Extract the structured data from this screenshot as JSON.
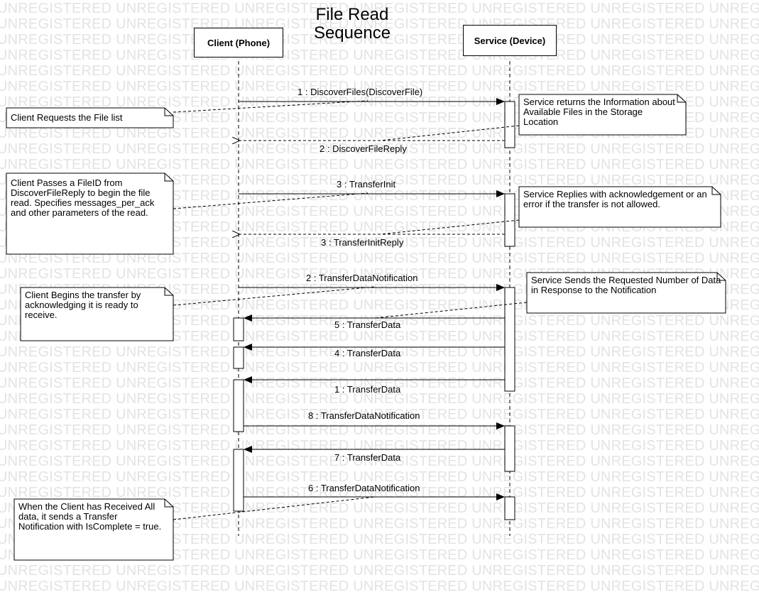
{
  "title_line1": "File Read",
  "title_line2": "Sequence",
  "watermark": "UNREGISTERED",
  "lifelines": {
    "client": "Client (Phone)",
    "service": "Service (Device)"
  },
  "messages": [
    {
      "label": "1 : DiscoverFiles(DiscoverFile)"
    },
    {
      "label": "2 : DiscoverFileReply"
    },
    {
      "label": "3 : TransferInit"
    },
    {
      "label": "3 : TransferInitReply"
    },
    {
      "label": "2 : TransferDataNotification"
    },
    {
      "label": "5 : TransferData"
    },
    {
      "label": "4 : TransferData"
    },
    {
      "label": "1 : TransferData"
    },
    {
      "label": "8 : TransferDataNotification"
    },
    {
      "label": "7 : TransferData"
    },
    {
      "label": "6 : TransferDataNotification"
    }
  ],
  "notes": {
    "n1": "Client Requests the File list",
    "n2": "Service returns the Information about Available Files in the Storage Location",
    "n3": "Client Passes a FileID from DiscoverFileReply to begin the file read.  Specifies messages_per_ack and other parameters of the read.",
    "n4": "Service Replies with acknowledgement or an error if the transfer is not allowed.",
    "n5": "Client Begins the transfer by acknowledging it is ready to receive.",
    "n6": "Service Sends the Requested Number of Data in Response to the Notification",
    "n7": "When the Client has Received All data, it sends a Transfer Notification with IsComplete = true."
  }
}
